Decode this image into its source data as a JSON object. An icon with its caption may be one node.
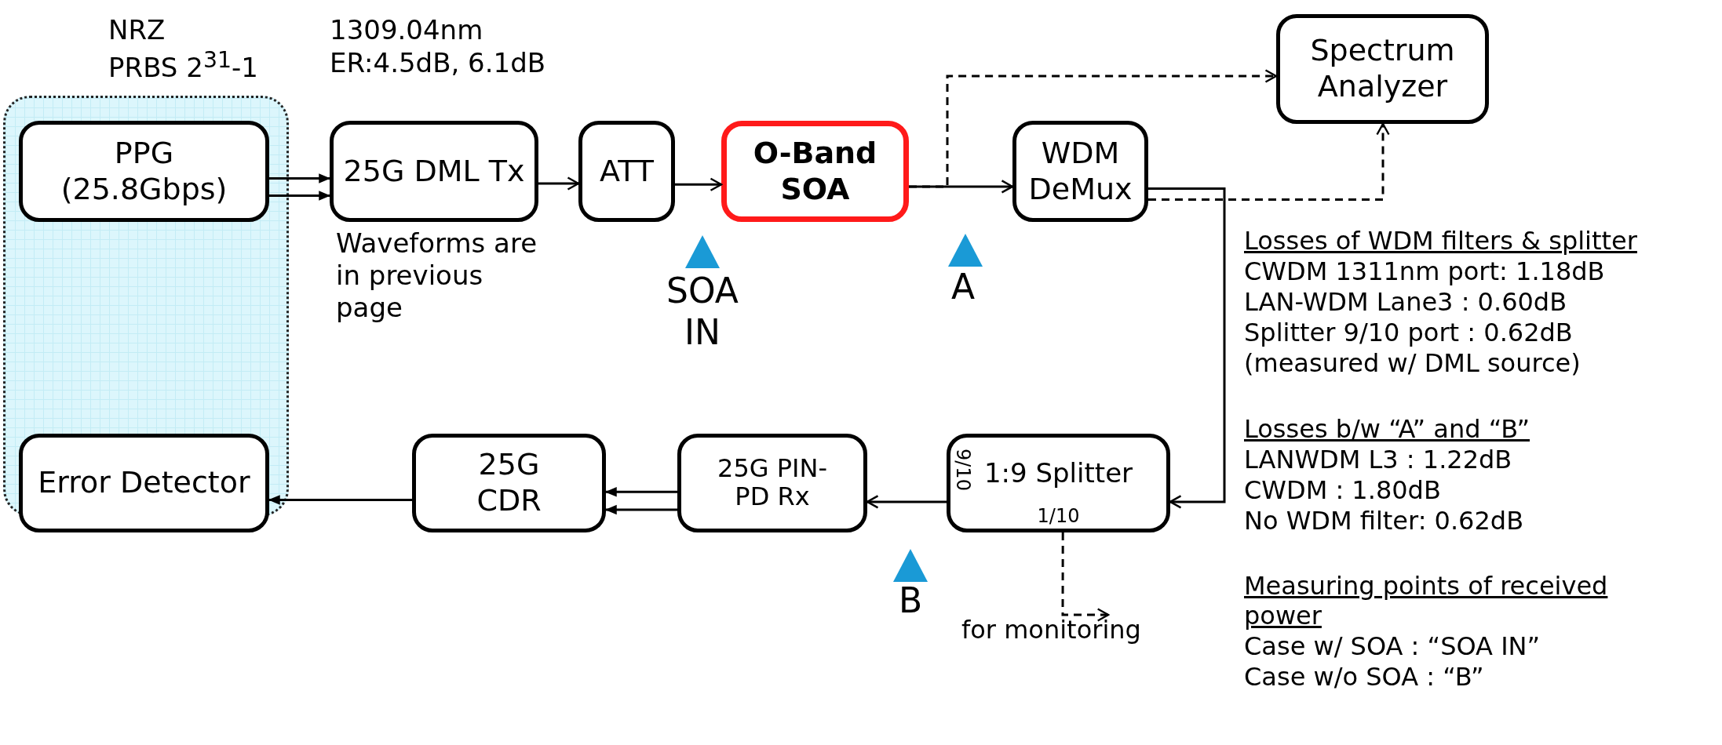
{
  "diagram": {
    "nodes": [
      {
        "text": [],
        "shape": "box"
      },
      {
        "text": [
          "PPG (25.8Gbps)"
        ],
        "in": 0
      },
      {
        "text": [
          "25G DML Tx"
        ]
      },
      {
        "text": [
          "ATT"
        ]
      },
      {
        "text": [
          "O-Band SOA"
        ]
      },
      {
        "text": [
          "Spectrum Analyzer"
        ]
      },
      {
        "text": [
          "WDM DeMux"
        ]
      },
      {
        "text": [
          "Error Detector"
        ],
        "in": 0
      },
      {
        "text": [
          "25G CDR"
        ]
      },
      {
        "text": [
          "25G PIN-PD Rx"
        ]
      },
      {
        "text": [
          "1:9 Splitter",
          "9/10",
          "1/10"
        ]
      },
      {
        "text": [
          "for monitoring"
        ]
      }
    ],
    "edges": [
      {
        "from": 1,
        "to": 2,
        "arrow": "to"
      },
      {
        "from": 1,
        "to": 2,
        "arrow": "to"
      },
      {
        "from": 2,
        "to": 3,
        "arrow": "to"
      },
      {
        "from": 3,
        "to": 4,
        "arrow": "to"
      },
      {
        "from": 4,
        "to": 6,
        "arrow": "to"
      },
      {
        "from": 4,
        "to": 5,
        "arrow": "to",
        "style": "dashed"
      },
      {
        "from": 6,
        "to": 5,
        "arrow": "to",
        "style": "dashed"
      },
      {
        "from": 6,
        "to": 10,
        "arrow": "to"
      },
      {
        "from": 10,
        "to": 9,
        "arrow": "to"
      },
      {
        "from": 9,
        "to": 8,
        "arrow": "to"
      },
      {
        "from": 9,
        "to": 8,
        "arrow": "to"
      },
      {
        "from": 8,
        "to": 7,
        "arrow": "to"
      },
      {
        "from": 10,
        "to": 11,
        "arrow": "to",
        "style": "dashed"
      }
    ],
    "labels": [
      "NRZ",
      "PRBS 2$^{31}$-1",
      "1309.04nm",
      "ER:4.5dB, 6.1dB",
      "Waveforms are in previous page",
      "SOA IN",
      "A",
      "B",
      "Losses of WDM filters & splitter",
      "CWDM 1311nm port: 1.18dB",
      "LAN-WDM Lane3 : 0.60dB",
      "Splitter 9/10 port : 0.62dB",
      "(measured w/ DML source)",
      "Losses b/w “A” and “B”",
      "LANWDM L3 : 1.22dB",
      "CWDM : 1.80dB",
      "No WDM filter: 0.62dB",
      "Measuring points of received power",
      "Case w/ SOA : “SOA IN”",
      "Case w/o SOA : “B”"
    ]
  }
}
